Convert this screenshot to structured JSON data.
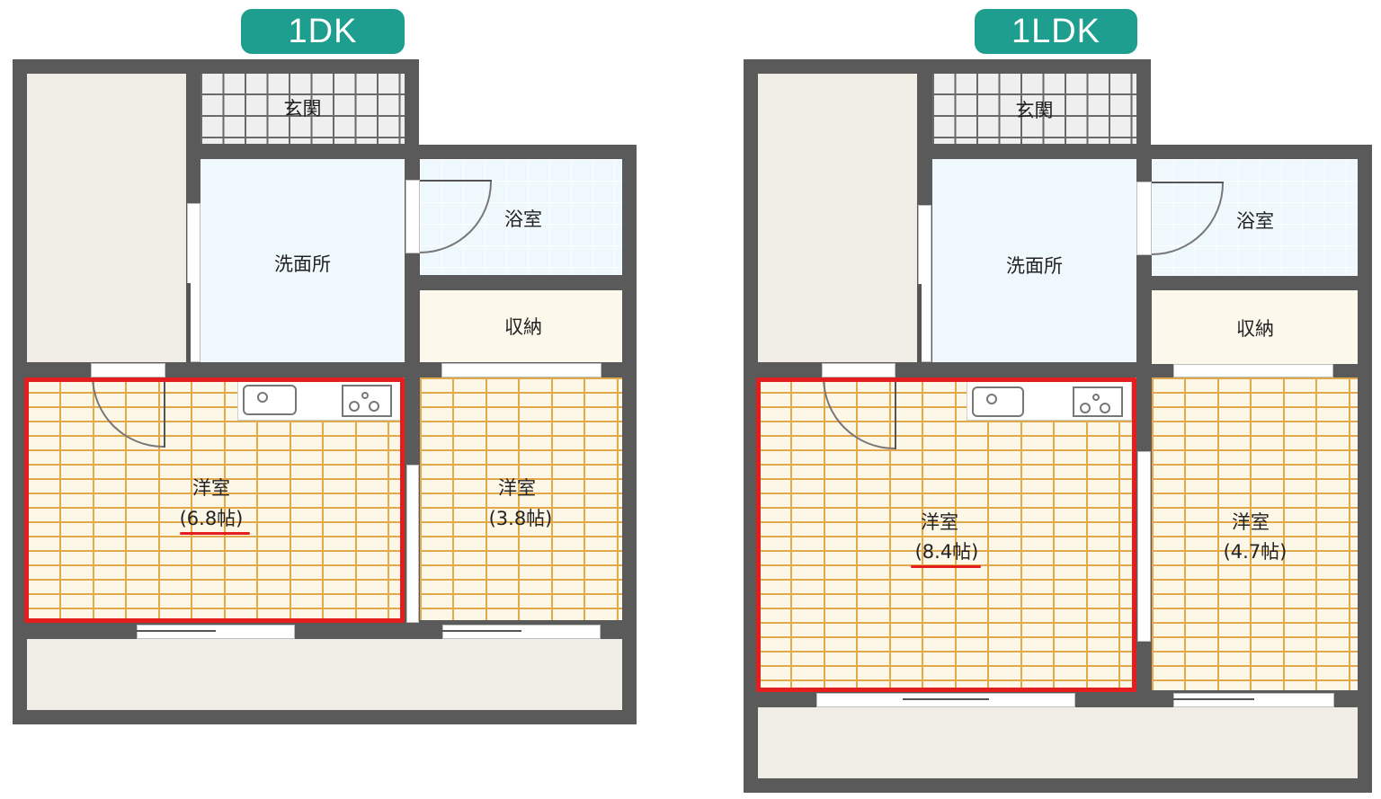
{
  "plans": [
    {
      "id": "1dk",
      "badge": "1DK",
      "rooms": {
        "genkan": "玄関",
        "washroom": "洗面所",
        "bath": "浴室",
        "storage": "収納",
        "main_room_name": "洋室",
        "main_room_size": "(6.8帖)",
        "sub_room_name": "洋室",
        "sub_room_size": "(3.8帖)"
      },
      "highlight": {
        "target": "main_room",
        "color": "#e41e1e"
      }
    },
    {
      "id": "1ldk",
      "badge": "1LDK",
      "rooms": {
        "genkan": "玄関",
        "washroom": "洗面所",
        "bath": "浴室",
        "storage": "収納",
        "main_room_name": "洋室",
        "main_room_size": "(8.4帖)",
        "sub_room_name": "洋室",
        "sub_room_size": "(4.7帖)"
      },
      "highlight": {
        "target": "main_room",
        "color": "#e41e1e"
      }
    }
  ],
  "colors": {
    "badge": "#1e9e8f",
    "wall": "#5a5a5a",
    "highlight": "#e41e1e",
    "brick_line": "#e1a94a",
    "floor": "#fdf7e8",
    "water_area": "#eff8fc",
    "storage": "#fdf8ec",
    "exterior": "#f0ede6"
  }
}
